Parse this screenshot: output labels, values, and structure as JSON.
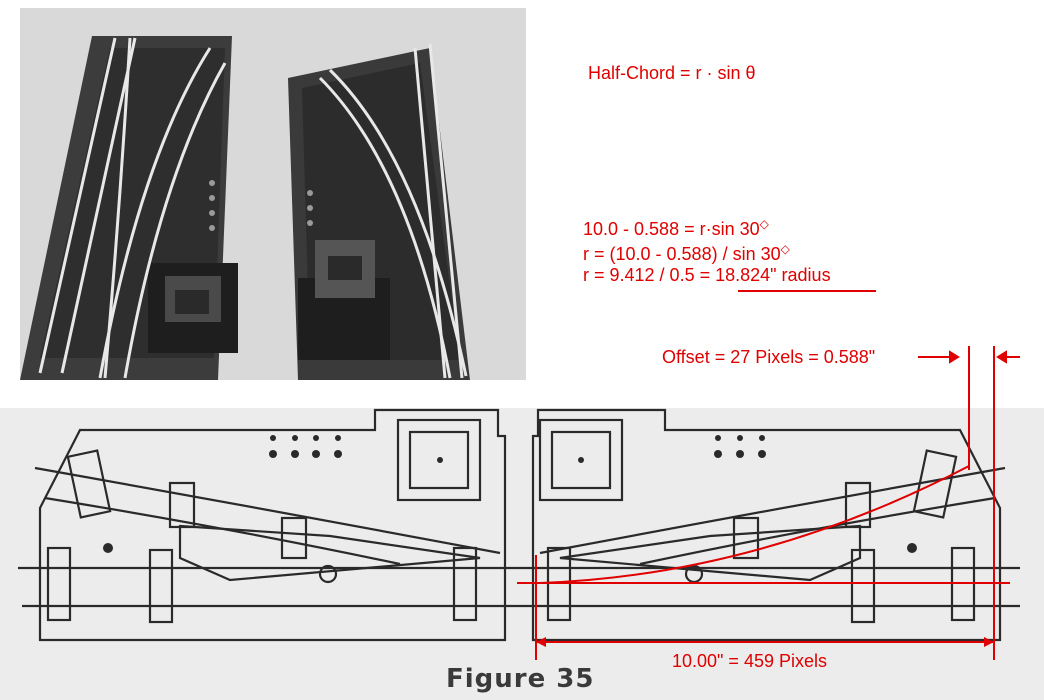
{
  "annotations": {
    "half_chord": "Half-Chord = r · sin θ",
    "eq1": "10.0 - 0.588 = r·sin 30",
    "eq2": "r = (10.0 - 0.588) / sin 30",
    "eq3_prefix": "r = 9.412 / 0.5 = ",
    "eq3_result": "18.824\" radius",
    "degree_symbol": "◇",
    "offset": "Offset = 27 Pixels = 0.588\"",
    "width": "10.00\" = 459 Pixels"
  },
  "caption": "Figure 35",
  "colors": {
    "annotation": "#e00000",
    "drawing_ink": "#2a2a2a",
    "photo_bg": "#d8d8d8"
  }
}
